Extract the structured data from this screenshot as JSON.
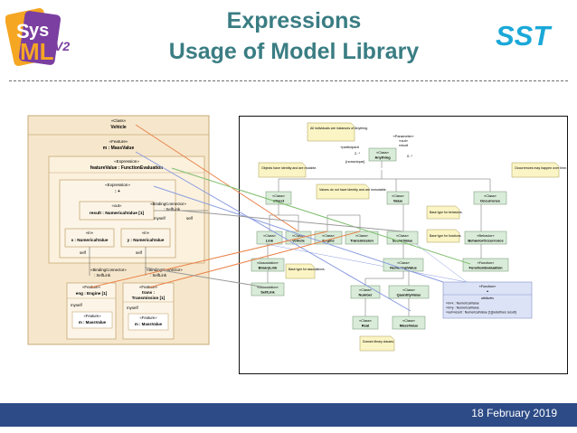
{
  "header": {
    "title_line1": "Expressions",
    "title_line2": "Usage of Model Library",
    "brand": "SST"
  },
  "logo": {
    "text": "SysML V2"
  },
  "footer": {
    "date": "18 February 2019"
  },
  "left_diagram": {
    "vehicle": {
      "stereotype": "«Class»",
      "name": "Vehicle"
    },
    "mass_feature": {
      "stereotype": "«Feature»",
      "name": "m : MassValue"
    },
    "feature_value": {
      "stereotype": "«Expression»",
      "name": "featureValue : FunctionEvaluation"
    },
    "inner_expression": {
      "stereotype": "«Expression»",
      "name": ": +"
    },
    "result": {
      "stereotype": "«out»",
      "name": "result : NumericalValue [1]"
    },
    "binding_connector_top": {
      "stereotype": "«BindingConnector»",
      "name": ": SelfLink"
    },
    "x_param": {
      "stereotype": "«in»",
      "name": "x : NumericalValue"
    },
    "y_param": {
      "stereotype": "«in»",
      "name": "y : NumericalValue"
    },
    "labels": {
      "myself": "myself",
      "self": "self"
    },
    "bc_left": {
      "stereotype": "«BindingConnector»",
      "name": ": SelfLink"
    },
    "bc_right": {
      "stereotype": "«BindingConnector»",
      "name": ": SelfLink"
    },
    "eng": {
      "stereotype": "«Feature»",
      "name": "eng : Engine [1]"
    },
    "trans": {
      "stereotype": "«Feature»",
      "name1": "trans :",
      "name2": "Transmission [1]"
    },
    "eng_mass": {
      "stereotype": "«Feature»",
      "name": "m : MassValue"
    },
    "trans_mass": {
      "stereotype": "«Feature»",
      "name": "m : MassValue"
    }
  },
  "right_diagram": {
    "note_all": "All individuals are instances of Anything.",
    "parameter": {
      "stereotype": "«Parameter»",
      "direction": "«out»",
      "name": "result",
      "mult": "0..*"
    },
    "participant": {
      "label": "+participant",
      "mult": "2..*",
      "nonunique": "{nonunique}"
    },
    "anything": {
      "stereotype": "«Class»",
      "name": "Anything"
    },
    "note_objects": "Objects have identity and are mutable.",
    "note_values": "Values do not have identity and are immutable.",
    "note_occurrences": "Occurrences may happen over time.",
    "object": {
      "stereotype": "«Class»",
      "name": "Object"
    },
    "value": {
      "stereotype": "«Class»",
      "name": "Value"
    },
    "occurrence": {
      "stereotype": "«Class»",
      "name": "Occurrence"
    },
    "link": {
      "stereotype": "«Class»",
      "name": "Link"
    },
    "vehicle": {
      "stereotype": "«Class»",
      "name": "Vehicle"
    },
    "engine": {
      "stereotype": "«Class»",
      "name": "Engine"
    },
    "transmission": {
      "stereotype": "«Class»",
      "name": "Transmission"
    },
    "scalar_value": {
      "stereotype": "«Class»",
      "name": "ScalarValue"
    },
    "note_behaviors": "Base type for behaviors.",
    "note_functions": "Base type for functions.",
    "behavior_occurrence": {
      "stereotype": "«Behavior»",
      "name": "BehaviorOccurrence"
    },
    "binary_link": {
      "stereotype": "«Association»",
      "name": "BinaryLink"
    },
    "note_assoc": "Base type for associations.",
    "numerical_value": {
      "stereotype": "«Class»",
      "name": "NumericalValue"
    },
    "function_evaluation": {
      "stereotype": "«Function»",
      "name": "FunctionEvaluation"
    },
    "self_link": {
      "stereotype": "«Association»",
      "name": "SelfLink"
    },
    "number": {
      "stereotype": "«Class»",
      "name": "Number"
    },
    "quantity_value": {
      "stereotype": "«Class»",
      "name": "QuantityValue"
    },
    "plus_function": {
      "stereotype": "«Function»",
      "name": "+",
      "section": "attributes",
      "attr1": "«in»x : NumericalValue",
      "attr2": "«in»y : NumericalValue",
      "attr3": "«out»result : NumericalValue [1]{redefines result}"
    },
    "real": {
      "stereotype": "«Class»",
      "name": "Real"
    },
    "mass_value": {
      "stereotype": "«Class»",
      "name": "MassValue"
    },
    "note_domain": "Domain library classes."
  },
  "colors": {
    "title": "#3a7d83",
    "brand": "#1aa8d8",
    "footer": "#2d4b86",
    "class_fill": "#d9ecd9",
    "class_stroke": "#6d8f6d",
    "note_fill": "#fbf4c4",
    "note_stroke": "#a89b56",
    "left_outer": "#f6e7cc",
    "left_stroke": "#c7a877",
    "orange_line": "#e9834a",
    "green_line": "#7fbf6e",
    "blue_line": "#8b9ce0",
    "gray_line": "#9a9a9a"
  }
}
